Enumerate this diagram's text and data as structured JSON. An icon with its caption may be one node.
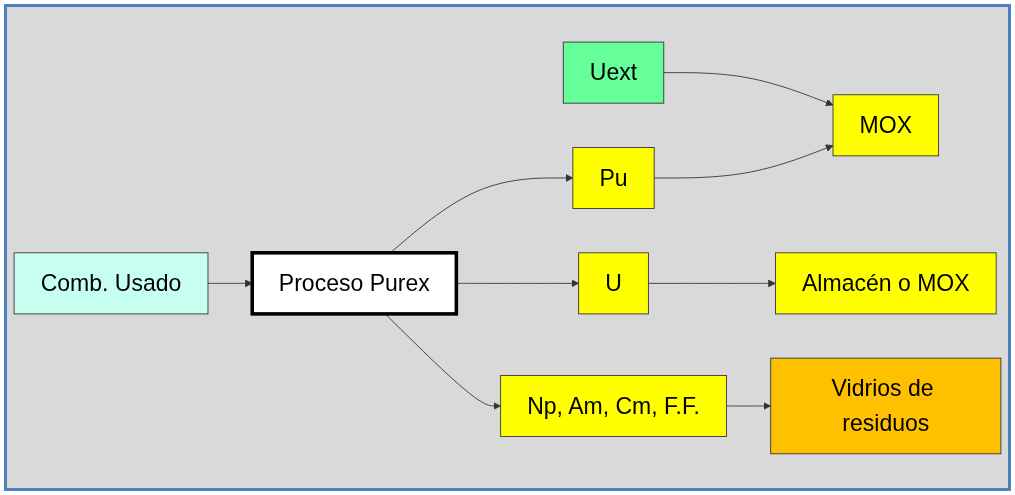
{
  "diagram": {
    "nodes": [
      {
        "text": [
          "Comb. Usado"
        ]
      },
      {
        "text": [
          "Proceso Purex"
        ]
      },
      {
        "text": [
          "Uext"
        ]
      },
      {
        "text": [
          "Pu"
        ]
      },
      {
        "text": [
          "MOX"
        ]
      },
      {
        "text": [
          "U"
        ]
      },
      {
        "text": [
          "Almacén o MOX"
        ]
      },
      {
        "text": [
          "Np, Am, Cm, F.F."
        ]
      },
      {
        "text": [
          "Vidrios de residuos"
        ]
      }
    ],
    "edges": [
      {
        "from": 0,
        "to": 1,
        "arrow": "to"
      },
      {
        "from": 1,
        "to": 3,
        "arrow": "to"
      },
      {
        "from": 1,
        "to": 5,
        "arrow": "to"
      },
      {
        "from": 1,
        "to": 7,
        "arrow": "to"
      },
      {
        "from": 2,
        "to": 4,
        "arrow": "to"
      },
      {
        "from": 3,
        "to": 4,
        "arrow": "to"
      },
      {
        "from": 5,
        "to": 6,
        "arrow": "to"
      },
      {
        "from": 7,
        "to": 8,
        "arrow": "to"
      }
    ]
  }
}
